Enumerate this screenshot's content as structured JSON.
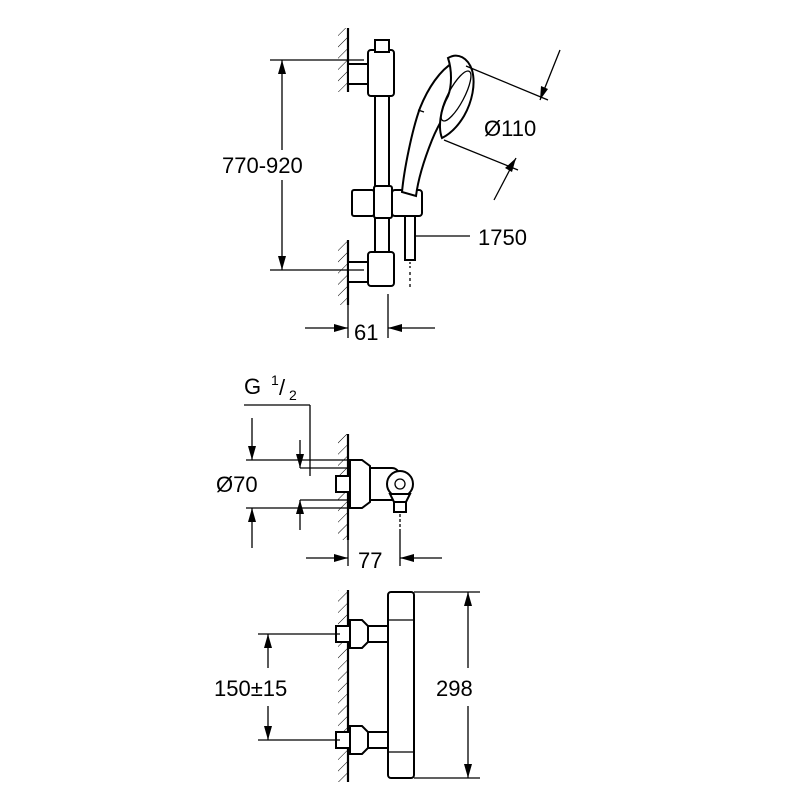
{
  "dimensions": {
    "rail_height": "770-920",
    "hand_shower_diameter": "Ø110",
    "hose_length": "1750",
    "rail_depth": "61",
    "thread": "G",
    "thread_num": "1",
    "thread_den": "2",
    "escutcheon_diameter": "Ø70",
    "outlet_depth": "77",
    "inlet_spacing": "150±15",
    "mixer_height": "298"
  }
}
